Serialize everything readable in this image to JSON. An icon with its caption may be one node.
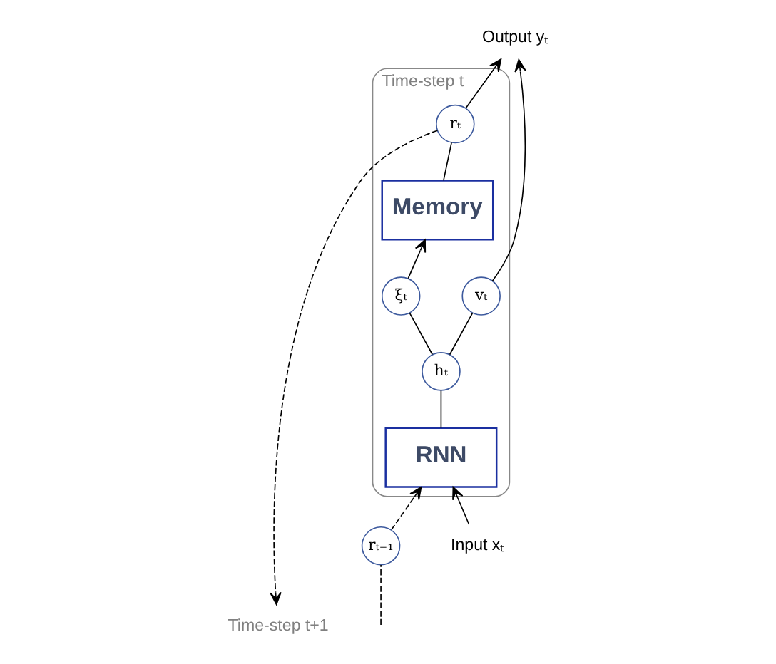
{
  "diagram": {
    "nodes": [
      {
        "text": [
          "Output yₜ"
        ]
      },
      {
        "text": [
          "Time-step t"
        ]
      },
      {
        "text": [
          "vₜ"
        ],
        "in": 1
      },
      {
        "text": [
          "rₜ"
        ],
        "in": 1
      },
      {
        "text": [
          "Memory"
        ],
        "in": 1
      },
      {
        "text": [
          "hₜ"
        ],
        "in": 1
      },
      {
        "text": [
          "ξₜ"
        ],
        "in": 1
      },
      {
        "text": [
          "rₜ₋₁"
        ]
      },
      {
        "text": [
          "RNN"
        ],
        "in": 1
      },
      {
        "text": [
          "Time-step t+1"
        ]
      },
      {
        "text": [
          "Input xₜ"
        ]
      }
    ],
    "edges": [
      {
        "from": 10,
        "to": 8,
        "arrow": "to"
      },
      {
        "from": 8,
        "to": 5,
        "arrow": "none"
      },
      {
        "from": 5,
        "to": 2,
        "arrow": "none"
      },
      {
        "from": 2,
        "to": 0,
        "arrow": "to"
      },
      {
        "from": 5,
        "to": 6,
        "arrow": "none"
      },
      {
        "from": 6,
        "to": 4,
        "arrow": "to"
      },
      {
        "from": 4,
        "to": 3,
        "arrow": "none"
      },
      {
        "from": 3,
        "to": 0,
        "arrow": "to"
      },
      {
        "from": 3,
        "to": 9,
        "arrow": "to",
        "style": "dashed"
      },
      {
        "from": null,
        "to": 7,
        "arrow": "none",
        "style": "dashed"
      },
      {
        "from": 7,
        "to": 8,
        "arrow": "to",
        "style": "dashed"
      }
    ]
  }
}
